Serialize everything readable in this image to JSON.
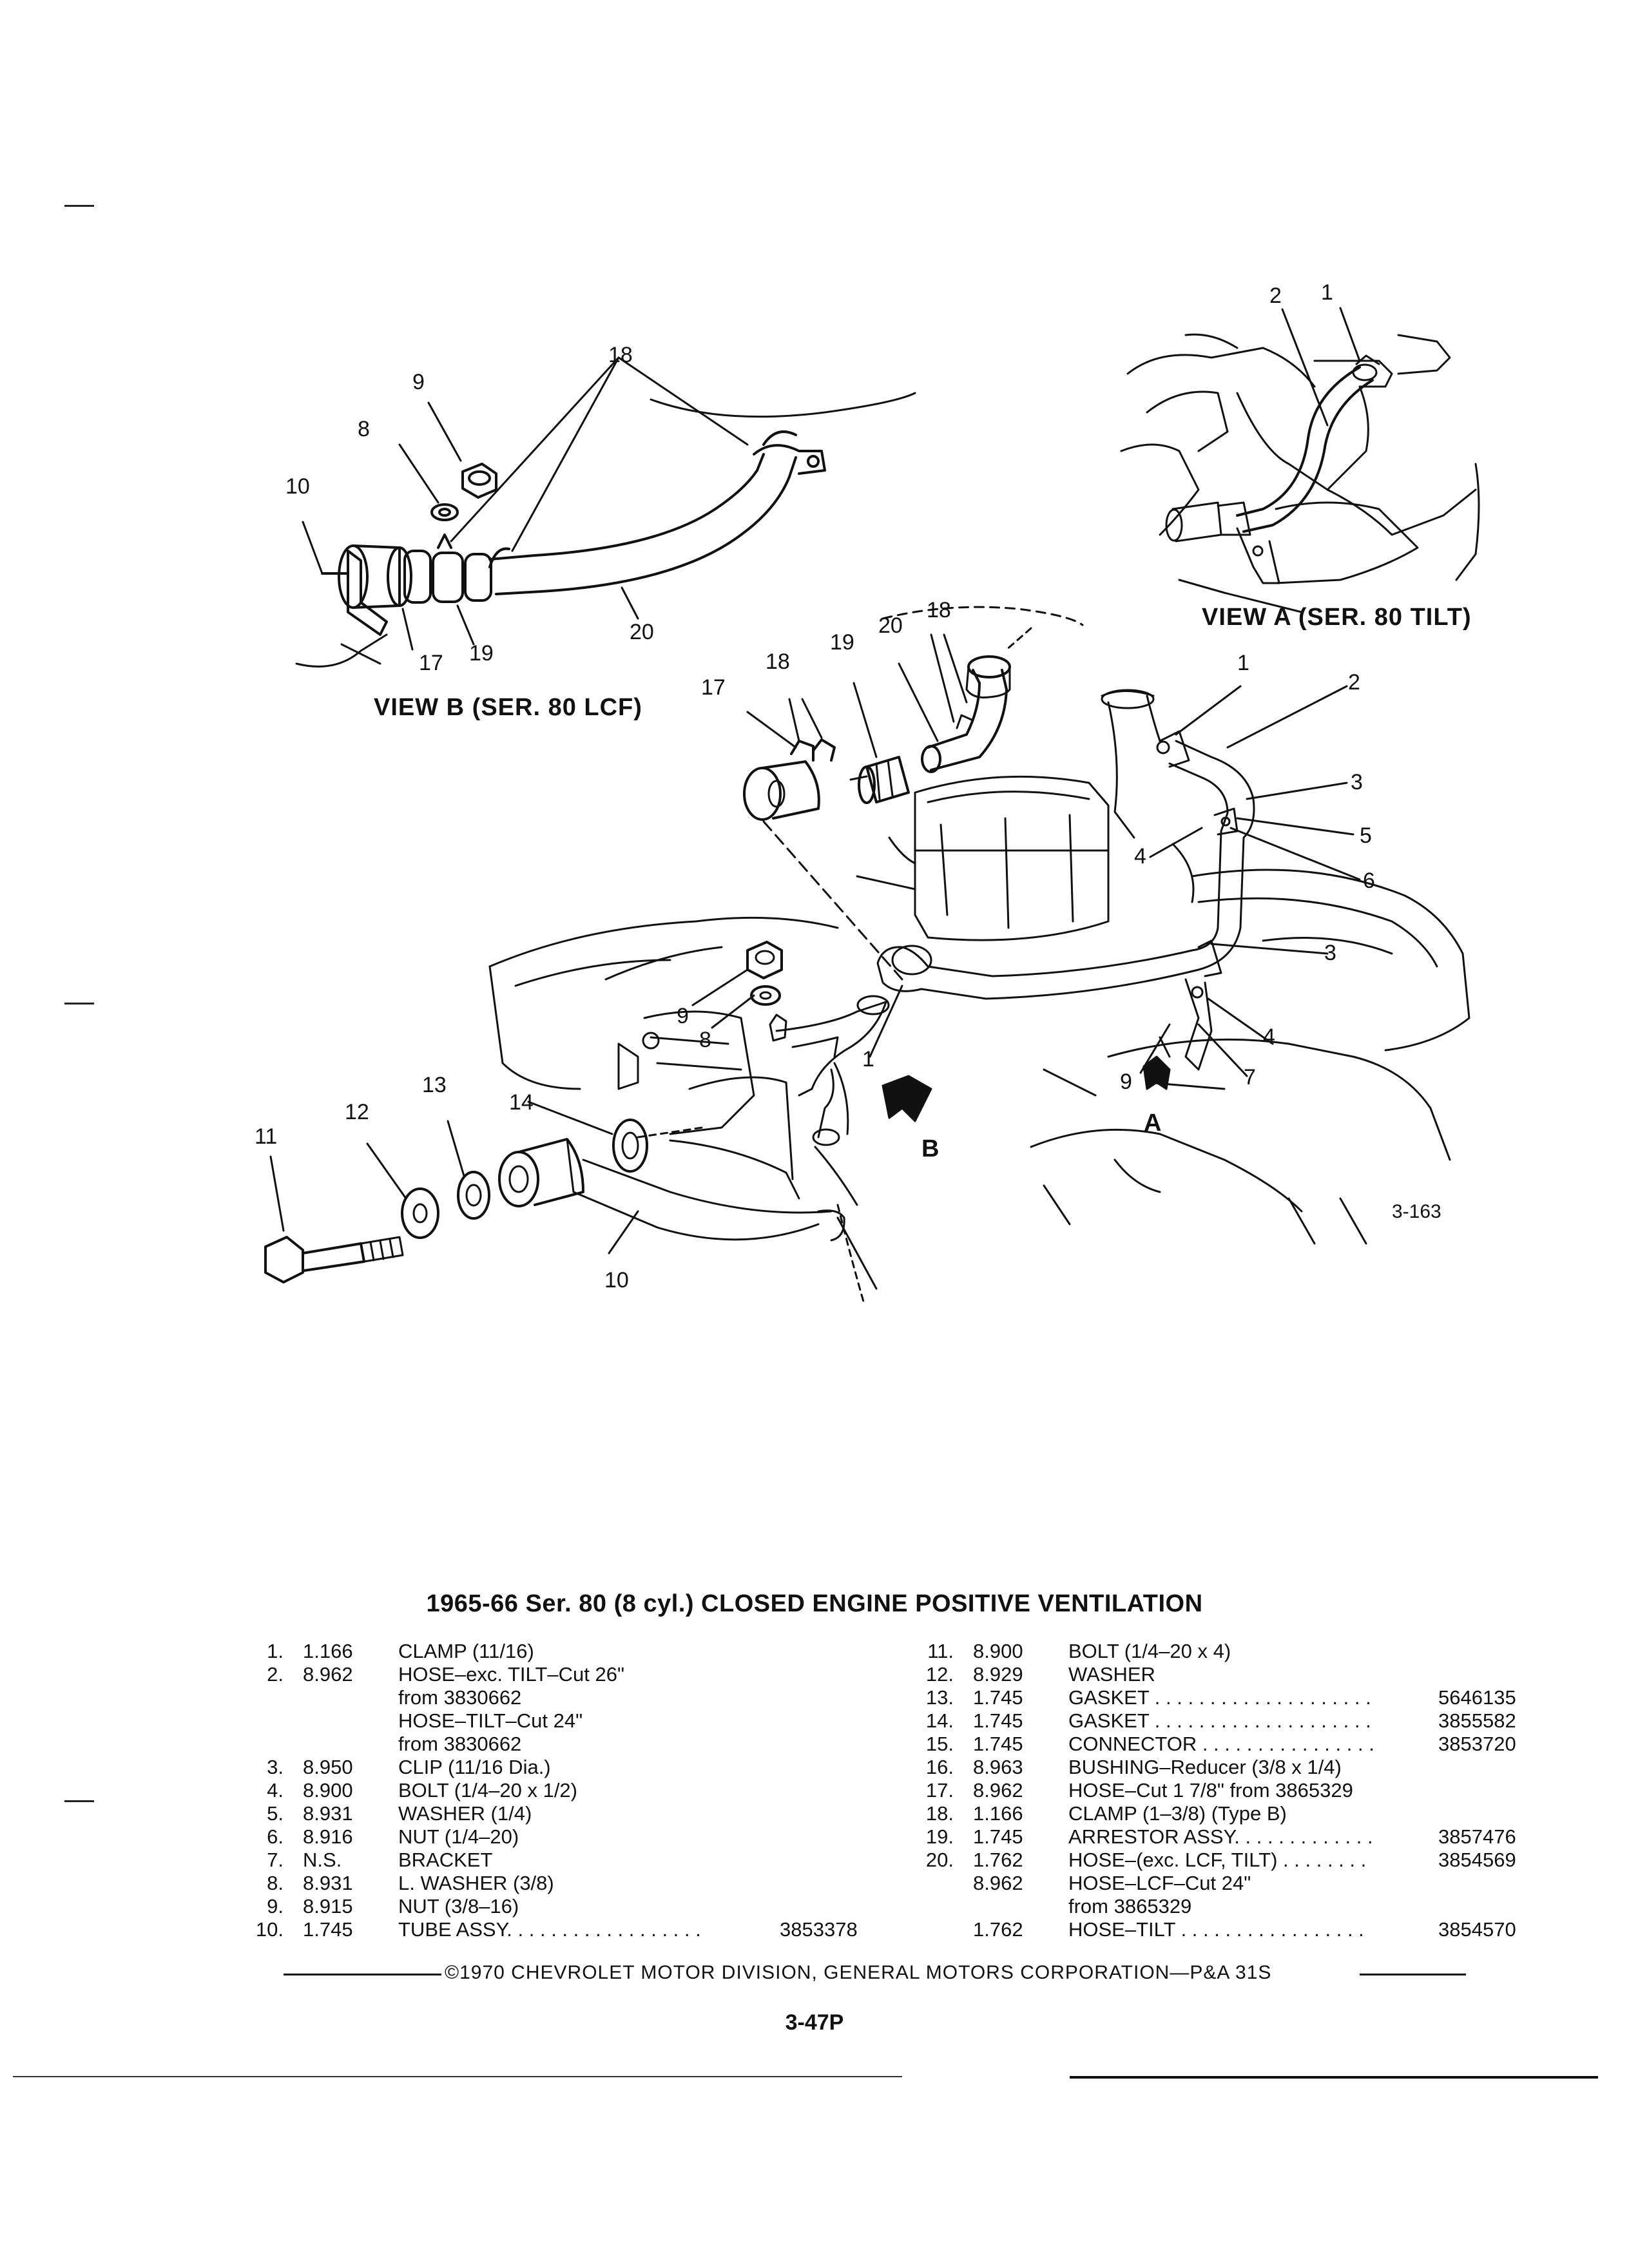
{
  "diagram": {
    "view_b_label": "VIEW B (SER. 80 LCF)",
    "view_a_label": "VIEW A (SER. 80 TILT)",
    "figure_id": "3-163",
    "direction_markers": {
      "b": "B",
      "a": "A"
    },
    "callouts": {
      "vb18": "18",
      "vb9": "9",
      "vb8": "8",
      "vb10": "10",
      "vb17": "17",
      "vb19": "19",
      "vb20": "20",
      "va2": "2",
      "va1": "1",
      "m17": "17",
      "m18a": "18",
      "m19": "19",
      "m20": "20",
      "m18b": "18",
      "m1a": "1",
      "m2": "2",
      "m3a": "3",
      "m5": "5",
      "m6": "6",
      "m4a": "4",
      "m3b": "3",
      "m4b": "4",
      "m7": "7",
      "m9a": "9",
      "m9b": "9",
      "m8": "8",
      "m1b": "1",
      "m14": "14",
      "m13": "13",
      "m12": "12",
      "m11": "11",
      "m10": "10"
    }
  },
  "title": "1965-66 Ser. 80 (8 cyl.) CLOSED ENGINE POSITIVE VENTILATION",
  "parts_left": [
    {
      "num": "1.",
      "cat": "1.166",
      "desc": "CLAMP (11/16)",
      "part": ""
    },
    {
      "num": "2.",
      "cat": "8.962",
      "desc": "HOSE–exc. TILT–Cut 26\"",
      "part": ""
    },
    {
      "num": "",
      "cat": "",
      "desc": "from 3830662",
      "part": ""
    },
    {
      "num": "",
      "cat": "",
      "desc": "HOSE–TILT–Cut 24\"",
      "part": ""
    },
    {
      "num": "",
      "cat": "",
      "desc": "from 3830662",
      "part": ""
    },
    {
      "num": "3.",
      "cat": "8.950",
      "desc": "CLIP (11/16 Dia.)",
      "part": ""
    },
    {
      "num": "4.",
      "cat": "8.900",
      "desc": "BOLT (1/4–20 x 1/2)",
      "part": ""
    },
    {
      "num": "5.",
      "cat": "8.931",
      "desc": "WASHER (1/4)",
      "part": ""
    },
    {
      "num": "6.",
      "cat": "8.916",
      "desc": "NUT (1/4–20)",
      "part": ""
    },
    {
      "num": "7.",
      "cat": "N.S.",
      "desc": "BRACKET",
      "part": ""
    },
    {
      "num": "8.",
      "cat": "8.931",
      "desc": "L. WASHER (3/8)",
      "part": ""
    },
    {
      "num": "9.",
      "cat": "8.915",
      "desc": "NUT (3/8–16)",
      "part": ""
    },
    {
      "num": "10.",
      "cat": "1.745",
      "desc": "TUBE ASSY. . . . . . . . . . . . . . . . . .",
      "part": "3853378"
    }
  ],
  "parts_right": [
    {
      "num": "11.",
      "cat": "8.900",
      "desc": "BOLT (1/4–20 x 4)",
      "part": ""
    },
    {
      "num": "12.",
      "cat": "8.929",
      "desc": "WASHER",
      "part": ""
    },
    {
      "num": "13.",
      "cat": "1.745",
      "desc": "GASKET . . . . . . . . . . . . . . . . . . . .",
      "part": "5646135"
    },
    {
      "num": "14.",
      "cat": "1.745",
      "desc": "GASKET . . . . . . . . . . . . . . . . . . . .",
      "part": "3855582"
    },
    {
      "num": "15.",
      "cat": "1.745",
      "desc": "CONNECTOR . . . . . . . . . . . . . . . .",
      "part": "3853720"
    },
    {
      "num": "16.",
      "cat": "8.963",
      "desc": "BUSHING–Reducer (3/8 x 1/4)",
      "part": ""
    },
    {
      "num": "17.",
      "cat": "8.962",
      "desc": "HOSE–Cut 1 7/8\" from 3865329",
      "part": ""
    },
    {
      "num": "18.",
      "cat": "1.166",
      "desc": "CLAMP (1–3/8) (Type B)",
      "part": ""
    },
    {
      "num": "19.",
      "cat": "1.745",
      "desc": "ARRESTOR ASSY. . . . . . . . . . . . .",
      "part": "3857476"
    },
    {
      "num": "20.",
      "cat": "1.762",
      "desc": "HOSE–(exc. LCF, TILT) . . . . . . . .",
      "part": "3854569"
    },
    {
      "num": "",
      "cat": "8.962",
      "desc": "HOSE–LCF–Cut 24\"",
      "part": ""
    },
    {
      "num": "",
      "cat": "",
      "desc": "from 3865329",
      "part": ""
    },
    {
      "num": "",
      "cat": "1.762",
      "desc": "HOSE–TILT . . . . . . . . . . . . . . . . .",
      "part": "3854570"
    }
  ],
  "copyright": "©1970 CHEVROLET MOTOR DIVISION, GENERAL MOTORS CORPORATION—P&A 31S",
  "page_number": "3-47P"
}
